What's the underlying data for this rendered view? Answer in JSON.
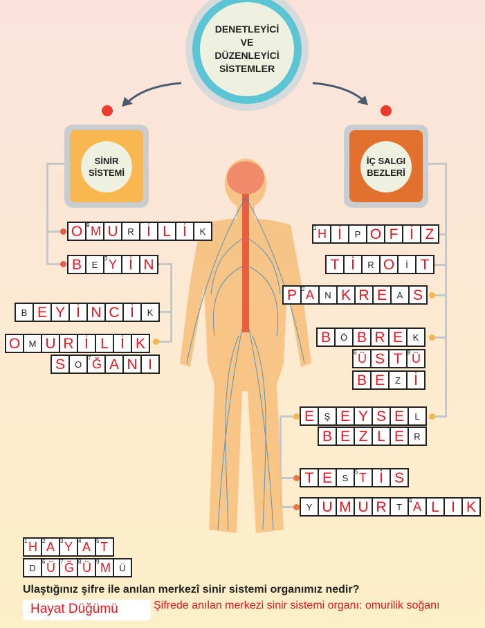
{
  "hub": {
    "title_lines": [
      "DENETLEYİCİ",
      "VE",
      "DÜZENLEYİCİ",
      "SİSTEMLER"
    ]
  },
  "left_box": {
    "lines": [
      "SİNİR",
      "SİSTEMİ"
    ]
  },
  "right_box": {
    "lines": [
      "İÇ SALGI",
      "BEZLERİ"
    ]
  },
  "colors": {
    "red": "#e8141e",
    "hub_ring": "#5bc4d5",
    "left_box": "#f8b74f",
    "right_box": "#e2702e"
  },
  "words": [
    {
      "id": "omurilik-1",
      "cells": [
        {
          "ch": "O",
          "red": true
        },
        {
          "ch": "M",
          "red": true,
          "num": "9"
        },
        {
          "ch": "U",
          "red": true
        },
        {
          "ch": "R"
        },
        {
          "ch": "İ",
          "red": true
        },
        {
          "ch": "L",
          "red": true
        },
        {
          "ch": "İ",
          "red": true
        },
        {
          "ch": "K"
        }
      ]
    },
    {
      "id": "beyin",
      "cells": [
        {
          "ch": "B",
          "red": true
        },
        {
          "ch": "E"
        },
        {
          "ch": "Y",
          "red": true,
          "num": "3"
        },
        {
          "ch": "İ",
          "red": true
        },
        {
          "ch": "N",
          "red": true
        }
      ]
    },
    {
      "id": "beyincik",
      "cells": [
        {
          "ch": "B"
        },
        {
          "ch": "E",
          "red": true
        },
        {
          "ch": "Y",
          "red": true
        },
        {
          "ch": "İ",
          "red": true
        },
        {
          "ch": "N",
          "red": true
        },
        {
          "ch": "C",
          "red": true
        },
        {
          "ch": "İ",
          "red": true
        },
        {
          "ch": "K"
        }
      ]
    },
    {
      "id": "omurilik-2",
      "cells": [
        {
          "ch": "O",
          "red": true
        },
        {
          "ch": "M"
        },
        {
          "ch": "U",
          "red": true
        },
        {
          "ch": "R",
          "red": true
        },
        {
          "ch": "İ",
          "red": true
        },
        {
          "ch": "L",
          "red": true
        },
        {
          "ch": "İ",
          "red": true
        },
        {
          "ch": "K",
          "red": true
        }
      ]
    },
    {
      "id": "soganı",
      "cells": [
        {
          "ch": "S",
          "red": true
        },
        {
          "ch": "O"
        },
        {
          "ch": "Ğ",
          "red": true,
          "num": "7"
        },
        {
          "ch": "A",
          "red": true
        },
        {
          "ch": "N",
          "red": true
        },
        {
          "ch": "I",
          "red": true
        }
      ]
    },
    {
      "id": "hipofiz",
      "cells": [
        {
          "ch": "H",
          "red": true,
          "num": "1"
        },
        {
          "ch": "İ",
          "red": true
        },
        {
          "ch": "P"
        },
        {
          "ch": "O",
          "red": true
        },
        {
          "ch": "F",
          "red": true
        },
        {
          "ch": "İ",
          "red": true
        },
        {
          "ch": "Z",
          "red": true
        }
      ]
    },
    {
      "id": "tiroit",
      "cells": [
        {
          "ch": "T",
          "red": true
        },
        {
          "ch": "İ",
          "red": true
        },
        {
          "ch": "R"
        },
        {
          "ch": "O",
          "red": true
        },
        {
          "ch": "İ"
        },
        {
          "ch": "T",
          "red": true
        }
      ]
    },
    {
      "id": "pankreas",
      "cells": [
        {
          "ch": "P",
          "red": true
        },
        {
          "ch": "A",
          "red": true,
          "num": "2"
        },
        {
          "ch": "N"
        },
        {
          "ch": "K",
          "red": true
        },
        {
          "ch": "R",
          "red": true
        },
        {
          "ch": "E",
          "red": true
        },
        {
          "ch": "A"
        },
        {
          "ch": "S",
          "red": true
        }
      ]
    },
    {
      "id": "bobrek",
      "cells": [
        {
          "ch": "B",
          "red": true
        },
        {
          "ch": "Ö"
        },
        {
          "ch": "B",
          "red": true
        },
        {
          "ch": "R",
          "red": true
        },
        {
          "ch": "E",
          "red": true
        },
        {
          "ch": "K"
        }
      ]
    },
    {
      "id": "ustu",
      "cells": [
        {
          "ch": "Ü",
          "red": true,
          "num": "6"
        },
        {
          "ch": "S",
          "red": true
        },
        {
          "ch": "T",
          "red": true
        },
        {
          "ch": "Ü",
          "red": true,
          "num": "8"
        }
      ]
    },
    {
      "id": "bezi",
      "cells": [
        {
          "ch": "B",
          "red": true
        },
        {
          "ch": "E",
          "red": true
        },
        {
          "ch": "Z"
        },
        {
          "ch": "İ",
          "red": true
        }
      ]
    },
    {
      "id": "eseysel",
      "cells": [
        {
          "ch": "E",
          "red": true
        },
        {
          "ch": "Ş"
        },
        {
          "ch": "E",
          "red": true
        },
        {
          "ch": "Y",
          "red": true
        },
        {
          "ch": "S",
          "red": true
        },
        {
          "ch": "E",
          "red": true
        },
        {
          "ch": "L"
        }
      ]
    },
    {
      "id": "bezler",
      "cells": [
        {
          "ch": "B",
          "red": true
        },
        {
          "ch": "E",
          "red": true
        },
        {
          "ch": "Z",
          "red": true
        },
        {
          "ch": "L",
          "red": true
        },
        {
          "ch": "E",
          "red": true
        },
        {
          "ch": "R"
        }
      ]
    },
    {
      "id": "testis",
      "cells": [
        {
          "ch": "T",
          "red": true
        },
        {
          "ch": "E",
          "red": true
        },
        {
          "ch": "S"
        },
        {
          "ch": "T",
          "red": true,
          "num": "5"
        },
        {
          "ch": "İ",
          "red": true
        },
        {
          "ch": "S",
          "red": true
        }
      ]
    },
    {
      "id": "yumurtalik",
      "cells": [
        {
          "ch": "Y"
        },
        {
          "ch": "U",
          "red": true
        },
        {
          "ch": "M",
          "red": true
        },
        {
          "ch": "U",
          "red": true
        },
        {
          "ch": "R",
          "red": true
        },
        {
          "ch": "T"
        },
        {
          "ch": "A",
          "red": true,
          "num": "4"
        },
        {
          "ch": "L",
          "red": true
        },
        {
          "ch": "I",
          "red": true
        },
        {
          "ch": "K",
          "red": true
        }
      ]
    },
    {
      "id": "hayat",
      "cells": [
        {
          "ch": "H",
          "red": true,
          "num": "1"
        },
        {
          "ch": "A",
          "red": true,
          "num": "2"
        },
        {
          "ch": "Y",
          "red": true,
          "num": "3"
        },
        {
          "ch": "A",
          "red": true,
          "num": "4"
        },
        {
          "ch": "T",
          "red": true,
          "num": "5"
        }
      ]
    },
    {
      "id": "dugumu",
      "cells": [
        {
          "ch": "D"
        },
        {
          "ch": "Ü",
          "red": true,
          "num": "6"
        },
        {
          "ch": "Ğ",
          "red": true,
          "num": "7"
        },
        {
          "ch": "Ü",
          "red": true,
          "num": "8"
        },
        {
          "ch": "M",
          "red": true,
          "num": "9"
        },
        {
          "ch": "Ü"
        }
      ]
    }
  ],
  "question": "Ulaştığınız şifre ile anılan merkezî sinir sistemi organımız nedir?",
  "answer": "Hayat Düğümü",
  "note": "Şifrede anılan merkezi sinir sistemi organı: omurilik soğanı"
}
